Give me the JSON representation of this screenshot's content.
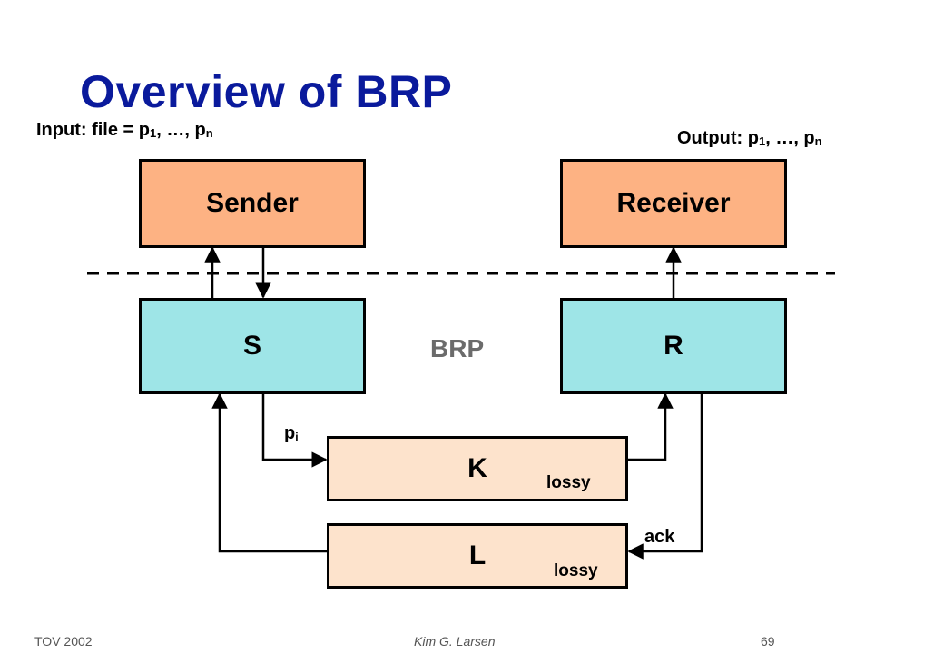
{
  "title": "Overview of BRP",
  "input": {
    "prefix": "Input: file = p",
    "sub1": "1",
    "middle": ", …, p",
    "subn": "n"
  },
  "output": {
    "prefix": "Output: p",
    "sub1": "1",
    "middle": ", …, p",
    "subn": "n"
  },
  "boxes": {
    "sender": "Sender",
    "receiver": "Receiver",
    "s": "S",
    "r": "R",
    "k": "K",
    "l": "L"
  },
  "brp_label": "BRP",
  "lossy_k": "lossy",
  "lossy_l": "lossy",
  "pi": {
    "base": "p",
    "sub": "i"
  },
  "ack": "ack",
  "footer": {
    "left": "TOV 2002",
    "center": "Kim G. Larsen",
    "right": "69"
  },
  "colors": {
    "title": "#0a1a9c",
    "sender_receiver_fill": "#fdb283",
    "protocol_fill": "#9ee5e7",
    "channel_fill": "#fde3cc",
    "brp_text": "#6b6b6b"
  }
}
